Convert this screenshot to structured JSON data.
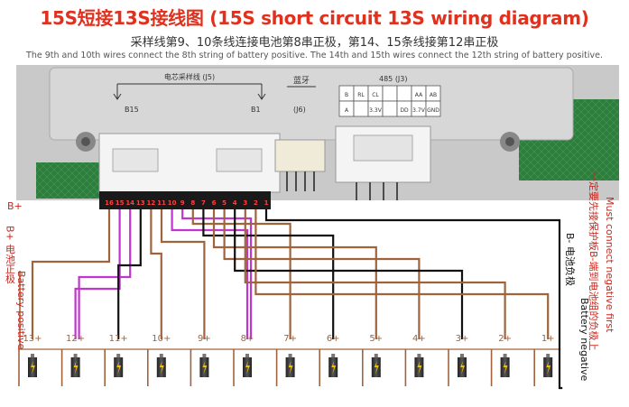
{
  "title": "15S短接13S接线图 (15S short circuit 13S wiring diagram)",
  "subtitle_cn": "采样线第9、10条线连接电池第8串正极，第14、15条线接第12串正极",
  "subtitle_en": "The 9th and 10th wires connect the 8th string of battery positive. The 14th and 15th wires connect the 12th string of battery positive.",
  "board": {
    "conn1_label": "电芯采样线 (J5)",
    "conn1_left": "B15",
    "conn1_right": "B1",
    "conn2_label": "蓝牙",
    "conn2_sub": "(J6)",
    "conn3_label": "485 (J3)",
    "conn3_rows": [
      [
        "B",
        "RL",
        "CL",
        "",
        "",
        "AA",
        "AB"
      ],
      [
        "A",
        "",
        "3.3V",
        "",
        "DD",
        "3.7V",
        "GND"
      ]
    ]
  },
  "pins": [
    "16",
    "15",
    "14",
    "13",
    "12",
    "11",
    "10",
    "9",
    "8",
    "7",
    "6",
    "5",
    "4",
    "3",
    "2",
    "1"
  ],
  "left_label_cn": "B+ 电池正极",
  "left_label_en": "Battery positive",
  "right_label_cn": "B- 电池负极",
  "right_label_en": "Battery negative",
  "warning_cn": "一定要先接保护板B-端到电池组的负极上",
  "warning_en": "Must connect negative first",
  "batteries": [
    "13+",
    "12+",
    "11+",
    "10+",
    "9+",
    "8+",
    "7+",
    "6+",
    "5+",
    "4+",
    "3+",
    "2+",
    "1+"
  ],
  "colors": {
    "title": "#e0301e",
    "brown": "#a0643c",
    "magenta": "#c034d0",
    "black": "#111111",
    "red": "#c8281e"
  }
}
